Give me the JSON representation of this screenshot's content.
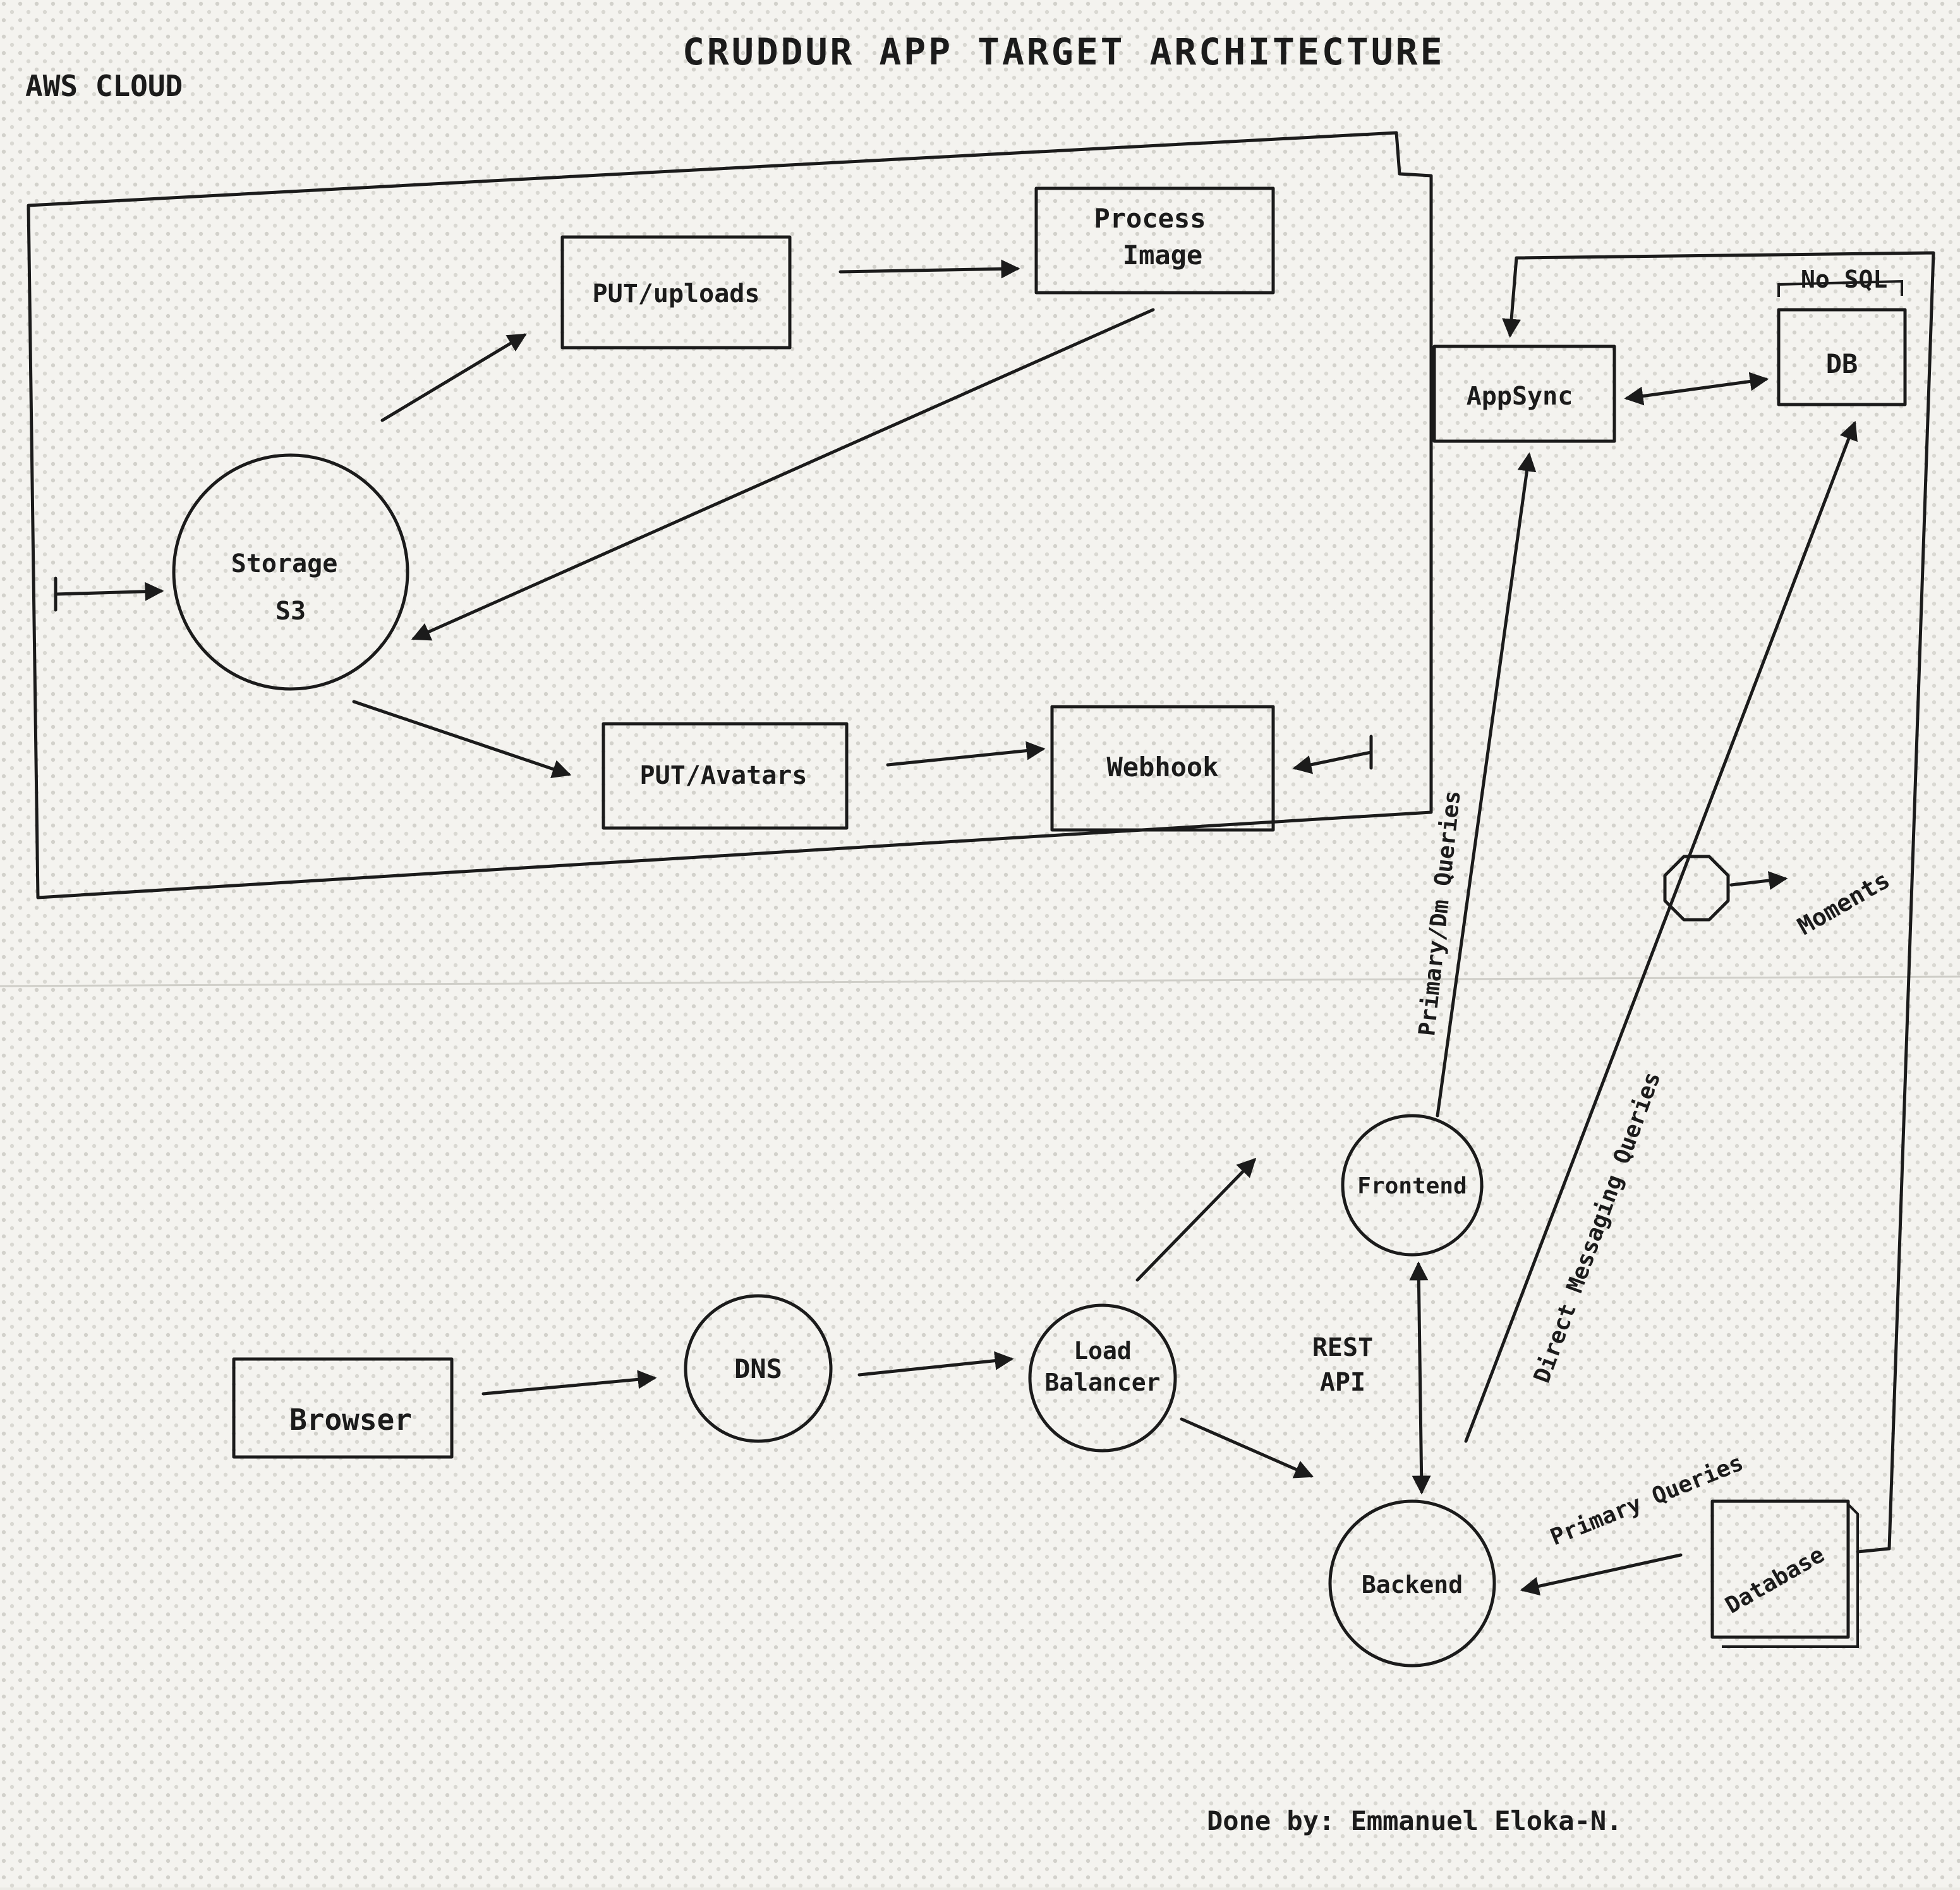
{
  "title": "CRUDDUR APP TARGET ARCHITECTURE",
  "cloud_label": "AWS CLOUD",
  "signature": "Done by: Emmanuel Eloka-N.",
  "nodes": {
    "put_uploads": "PUT/uploads",
    "process_image": [
      "Process",
      "Image"
    ],
    "storage_s3": [
      "Storage",
      "S3"
    ],
    "put_avatars": "PUT/Avatars",
    "webhook": "Webhook",
    "appsync": "AppSync",
    "nosql_label": "No SQL",
    "db": "DB",
    "moments": "Moments",
    "browser": "Browser",
    "dns": "DNS",
    "load_balancer": [
      "Load",
      "Balancer"
    ],
    "frontend": "Frontend",
    "backend": "Backend",
    "database": "Database"
  },
  "edge_labels": {
    "primary_dm_queries": "Primary/Dm Queries",
    "direct_messaging_queries": "Direct Messaging Queries",
    "rest_api": [
      "REST",
      "API"
    ],
    "primary_queries": "Primary Queries"
  }
}
